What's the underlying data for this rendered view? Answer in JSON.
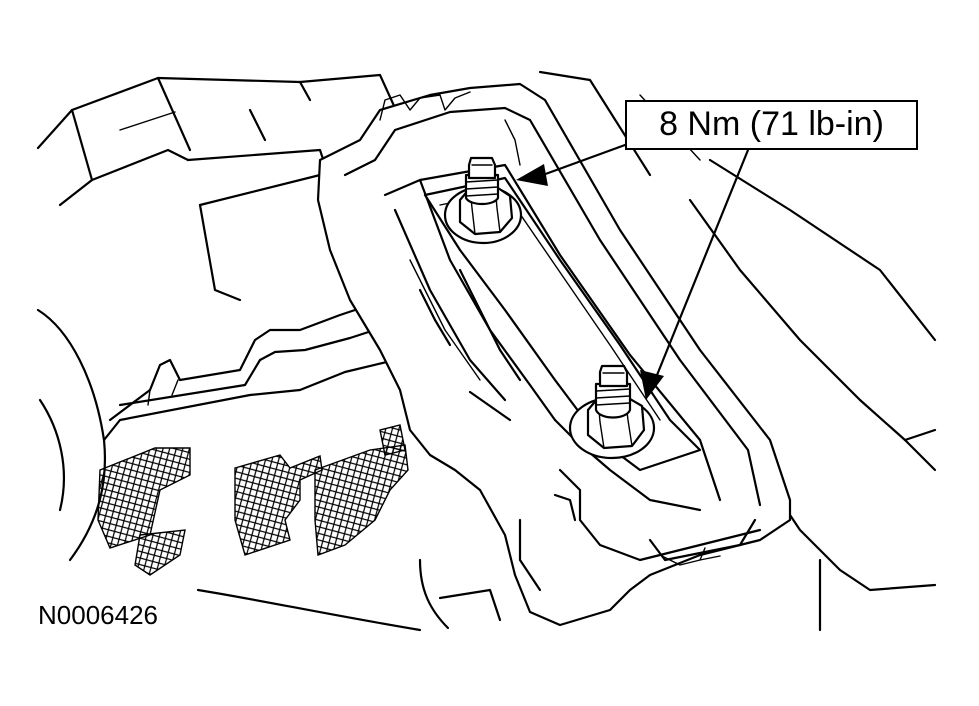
{
  "callout": {
    "torque_label": "8 Nm (71 lb-in)"
  },
  "figure": {
    "id_label": "N0006426"
  },
  "icons": {
    "arrow_upper": "arrow-pointing-to-upper-nut",
    "arrow_lower": "arrow-pointing-to-lower-nut"
  },
  "colors": {
    "line": "#000000",
    "background": "#ffffff"
  }
}
